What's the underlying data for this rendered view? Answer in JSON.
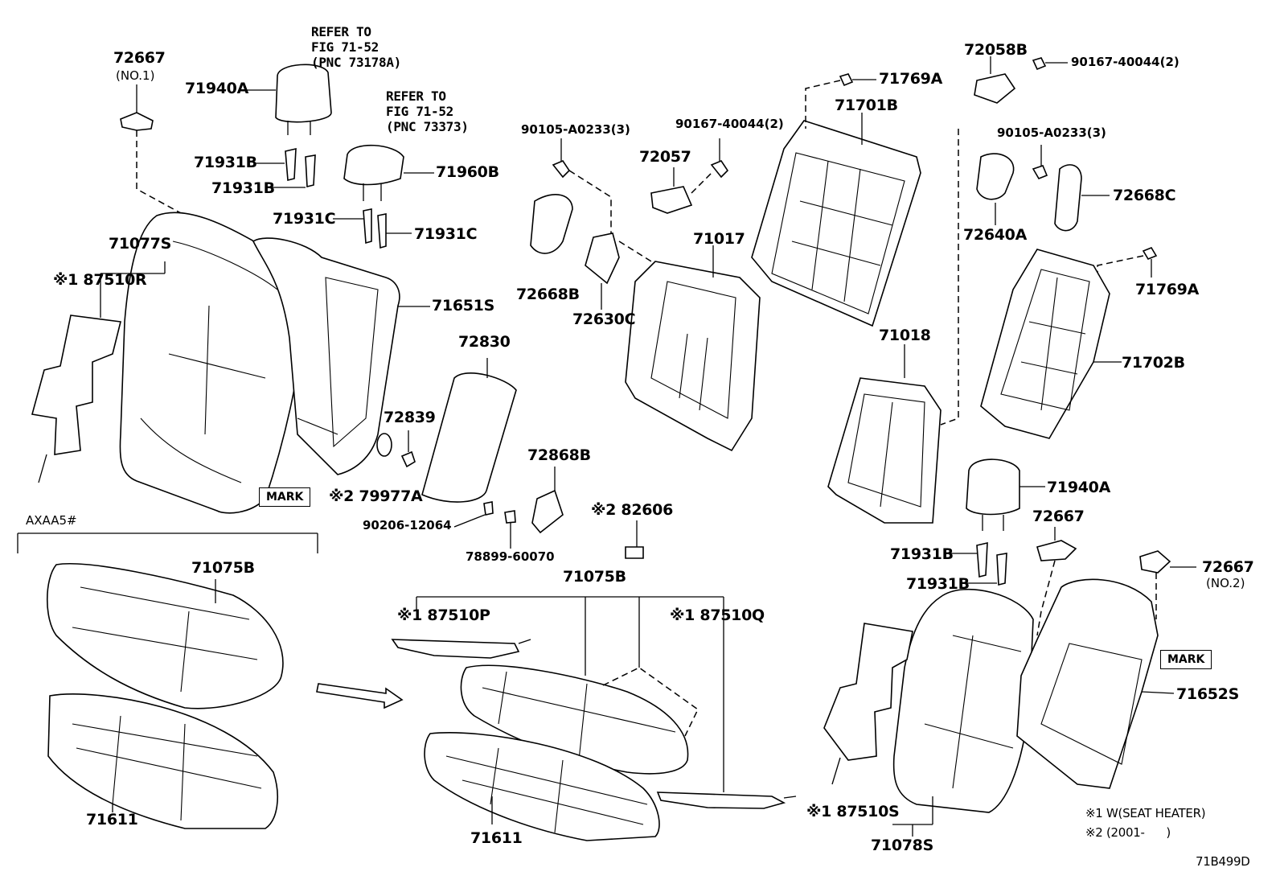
{
  "diagram": {
    "id": "71B499D",
    "region_label": "AXAA5#",
    "refer_1": "REFER TO\nFIG 71-52\n(PNC 73178A)",
    "refer_2": "REFER TO\nFIG 71-52\n(PNC 73373)",
    "mark_label": "MARK",
    "footnote_1": "※1  W(SEAT HEATER)",
    "footnote_2": "※2 (2001-      )",
    "parts": {
      "p72667_no1": "72667",
      "p72667_no1_sub": "(NO.1)",
      "p71940A_left": "71940A",
      "p71931B_l1": "71931B",
      "p71931B_l2": "71931B",
      "p71960B": "71960B",
      "p71931C_l": "71931C",
      "p71931C_r": "71931C",
      "p71077S": "71077S",
      "p87510R": "※1 87510R",
      "p71651S": "71651S",
      "p79977A": "※2 79977A",
      "p72830": "72830",
      "p72839": "72839",
      "p90206": "90206-12064",
      "p78899": "78899-60070",
      "p72868B": "72868B",
      "p82606": "※2 82606",
      "p90105_left": "90105-A0233(3)",
      "p72668B": "72668B",
      "p72630C": "72630C",
      "p90167_mid": "90167-40044(2)",
      "p72057": "72057",
      "p71017": "71017",
      "p71769A_top": "71769A",
      "p71701B": "71701B",
      "p71018": "71018",
      "p72058B": "72058B",
      "p90167_right": "90167-40044(2)",
      "p90105_right": "90105-A0233(3)",
      "p72640A": "72640A",
      "p72668C": "72668C",
      "p71769A_right": "71769A",
      "p71702B": "71702B",
      "p71940A_right": "71940A",
      "p72667_right": "72667",
      "p71931B_r1": "71931B",
      "p71931B_r2": "71931B",
      "p72667_no2": "72667",
      "p72667_no2_sub": "(NO.2)",
      "p71652S": "71652S",
      "p71075B_left": "71075B",
      "p71611_left": "71611",
      "p71075B_mid": "71075B",
      "p87510P": "※1 87510P",
      "p87510Q": "※1 87510Q",
      "p71611_mid": "71611",
      "p87510S": "※1 87510S",
      "p71078S": "71078S"
    }
  }
}
